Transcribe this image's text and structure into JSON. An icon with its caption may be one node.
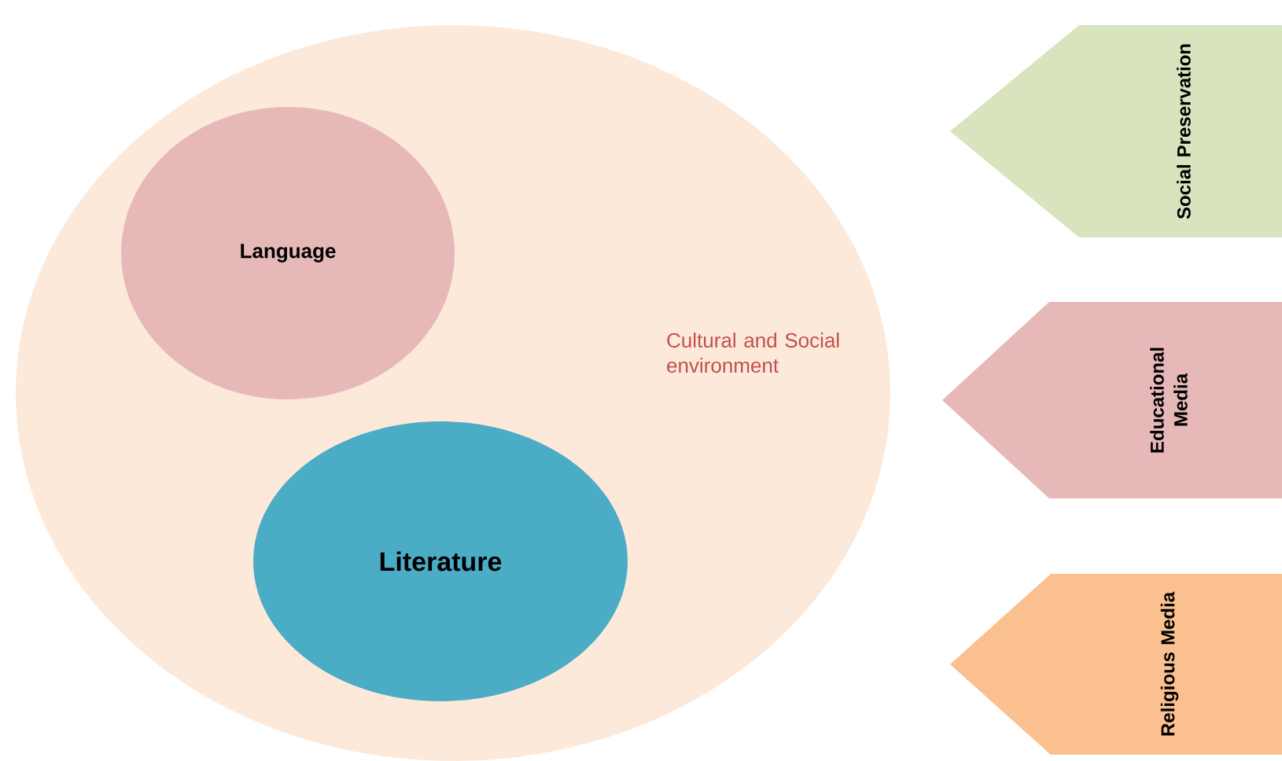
{
  "diagram": {
    "nodes": [
      {
        "text": [
          "Cultural and Social environment"
        ]
      },
      {
        "text": [
          "Language"
        ],
        "in": 0
      },
      {
        "text": [
          "Literature"
        ],
        "in": 0
      },
      {
        "text": [
          "Social Preservation"
        ]
      },
      {
        "text": [
          "Educational Media"
        ]
      },
      {
        "text": [
          "Religious Media"
        ]
      }
    ]
  }
}
